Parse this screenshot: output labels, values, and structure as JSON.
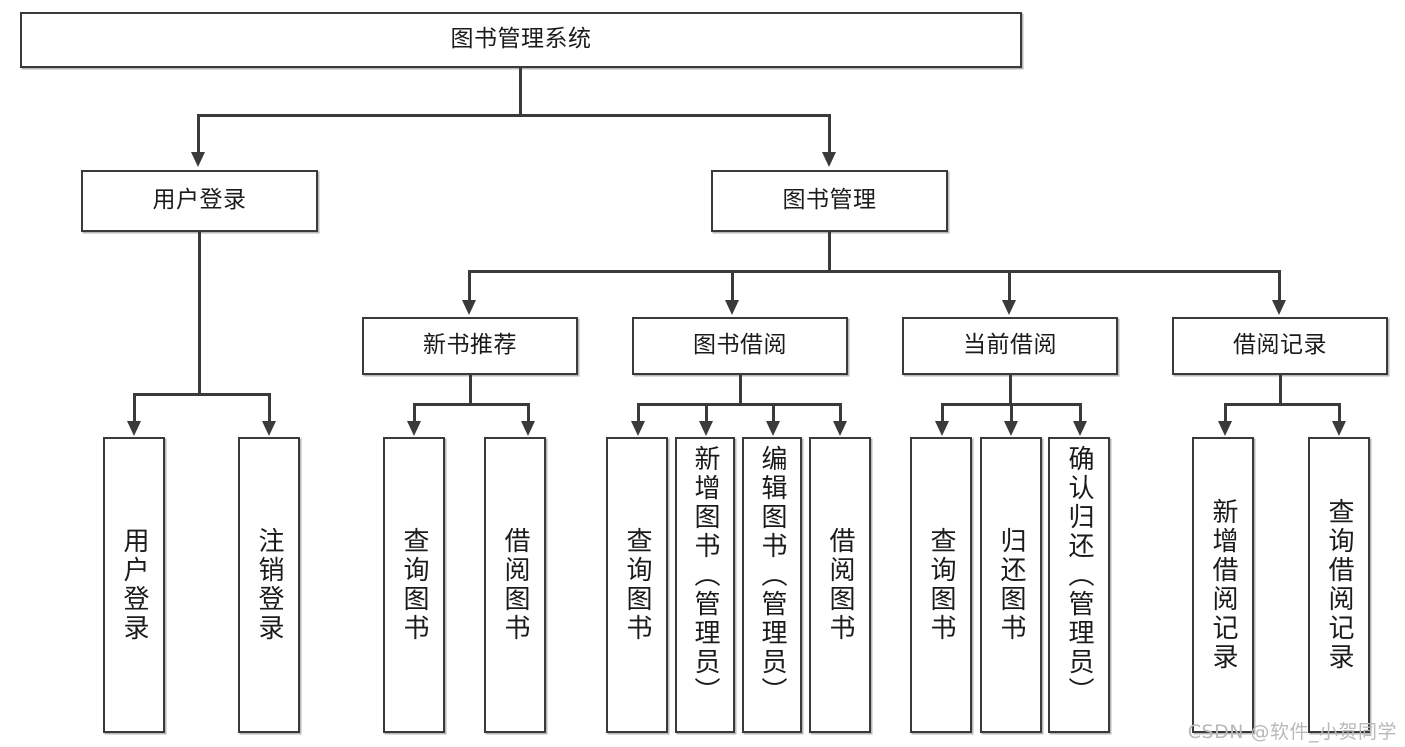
{
  "diagram": {
    "title": "图书管理系统",
    "watermark": "CSDN @软件_小贺同学",
    "levels": {
      "root": {
        "label": "图书管理系统"
      },
      "level1": [
        {
          "label": "用户登录"
        },
        {
          "label": "图书管理"
        }
      ],
      "level2": [
        {
          "label": "新书推荐"
        },
        {
          "label": "图书借阅"
        },
        {
          "label": "当前借阅"
        },
        {
          "label": "借阅记录"
        }
      ],
      "leaves": {
        "user_login": [
          {
            "label": "用户登录"
          },
          {
            "label": "注销登录"
          }
        ],
        "new_book_recommend": [
          {
            "label": "查询图书"
          },
          {
            "label": "借阅图书"
          }
        ],
        "book_borrow": [
          {
            "label": "查询图书"
          },
          {
            "label": "新增图书（管理员）"
          },
          {
            "label": "编辑图书（管理员）"
          },
          {
            "label": "借阅图书"
          }
        ],
        "current_borrow": [
          {
            "label": "查询图书"
          },
          {
            "label": "归还图书"
          },
          {
            "label": "确认归还（管理员）"
          }
        ],
        "borrow_record": [
          {
            "label": "新增借阅记录"
          },
          {
            "label": "查询借阅记录"
          }
        ]
      }
    }
  }
}
